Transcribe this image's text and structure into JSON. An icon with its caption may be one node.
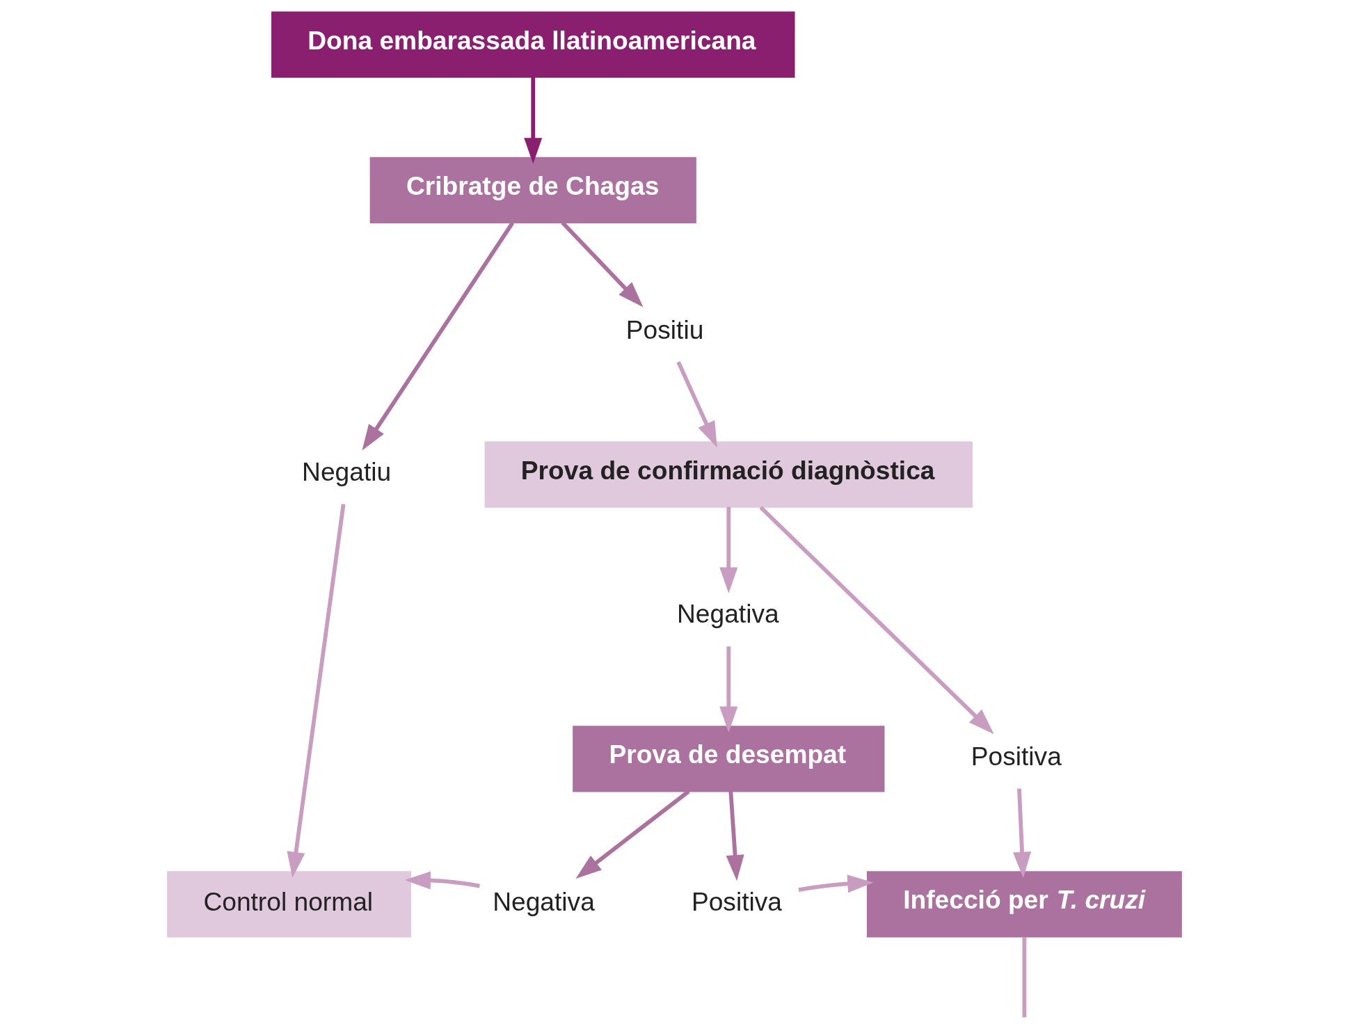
{
  "diagram": {
    "nodes": [
      {
        "text": [
          "Dona embarassada llatinoamericana"
        ]
      },
      {
        "text": [
          "Cribratge de Chagas"
        ]
      },
      {
        "text": [
          "Negatiu"
        ]
      },
      {
        "text": [
          "Positiu"
        ]
      },
      {
        "text": [
          "Prova de confirmació diagnòstica"
        ]
      },
      {
        "text": [
          "Negativa"
        ]
      },
      {
        "text": [
          "Positiva"
        ]
      },
      {
        "text": [
          "Prova de desempat"
        ]
      },
      {
        "text": [
          "Negativa"
        ]
      },
      {
        "text": [
          "Positiva"
        ]
      },
      {
        "text": [
          "Control normal"
        ]
      },
      {
        "text": [
          "Infecció per *T. cruzi*"
        ]
      }
    ],
    "edges": [
      {
        "from": 0,
        "to": 1,
        "arrow": "to",
        "color": "#8a1f6f"
      },
      {
        "from": 1,
        "to": 2,
        "arrow": "to",
        "color": "#ab72a0"
      },
      {
        "from": 1,
        "to": 3,
        "arrow": "to",
        "color": "#ab72a0"
      },
      {
        "from": 2,
        "to": 10,
        "arrow": "to"
      },
      {
        "from": 3,
        "to": 4,
        "arrow": "to"
      },
      {
        "from": 4,
        "to": 5,
        "arrow": "to"
      },
      {
        "from": 4,
        "to": 6,
        "arrow": "to"
      },
      {
        "from": 5,
        "to": 7,
        "arrow": "to"
      },
      {
        "from": 6,
        "to": 11,
        "arrow": "to"
      },
      {
        "from": 7,
        "to": 8,
        "arrow": "to",
        "color": "#ab72a0"
      },
      {
        "from": 7,
        "to": 9,
        "arrow": "to",
        "color": "#ab72a0"
      },
      {
        "from": 8,
        "to": 10,
        "arrow": "to"
      },
      {
        "from": 9,
        "to": 11,
        "arrow": "to"
      },
      {
        "from": 11,
        "to": null,
        "arrow": "none"
      }
    ]
  }
}
